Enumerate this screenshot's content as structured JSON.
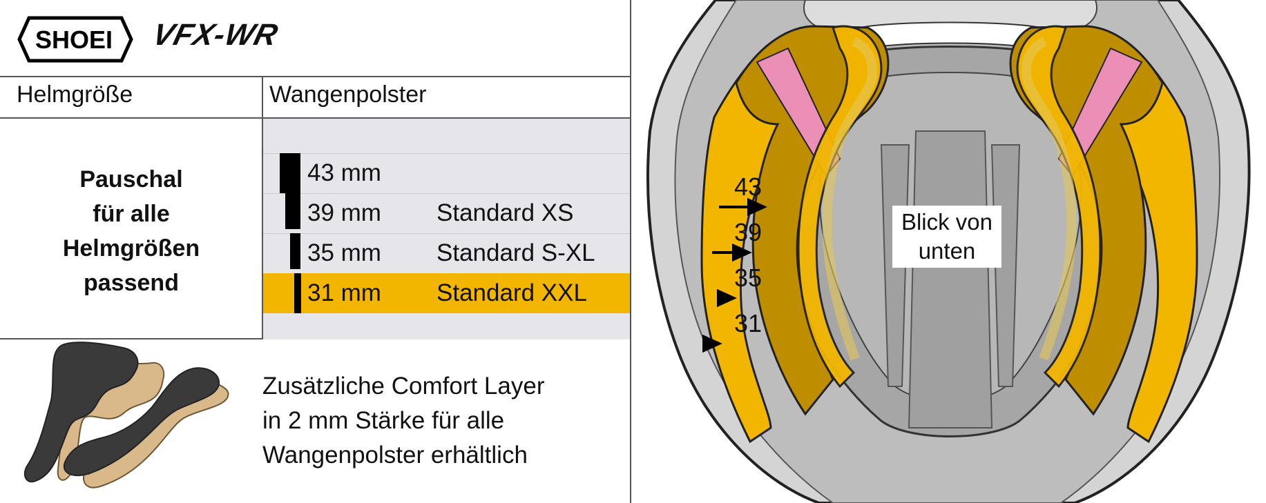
{
  "brand": {
    "logo_text": "SHOEI",
    "model": "VFX-WR"
  },
  "table": {
    "col_helmet_size": "Helmgröße",
    "col_cheek_pads": "Wangenpolster",
    "helmet_size_value": [
      "Pauschal",
      "für alle",
      "Helmgrößen",
      "passend"
    ],
    "rows": [
      {
        "thickness": "43 mm",
        "standard": "",
        "active": false
      },
      {
        "thickness": "39 mm",
        "standard": "Standard XS",
        "active": false
      },
      {
        "thickness": "35 mm",
        "standard": "Standard S-XL",
        "active": false
      },
      {
        "thickness": "31 mm",
        "standard": "Standard XXL",
        "active": true
      }
    ]
  },
  "comfort_note": [
    "Zusätzliche Comfort Layer",
    "in 2 mm Stärke für alle",
    "Wangenpolster erhältlich"
  ],
  "diagram": {
    "labels": [
      "43",
      "39",
      "35",
      "31"
    ],
    "view_label": [
      "Blick von",
      "unten"
    ]
  },
  "colors": {
    "accent": "#f2b600",
    "pad_dark": "#bf8d00",
    "pink": "#ec8fb7",
    "shell_gray": "#a6a6a6",
    "row_bg": "#e6e6ea"
  }
}
